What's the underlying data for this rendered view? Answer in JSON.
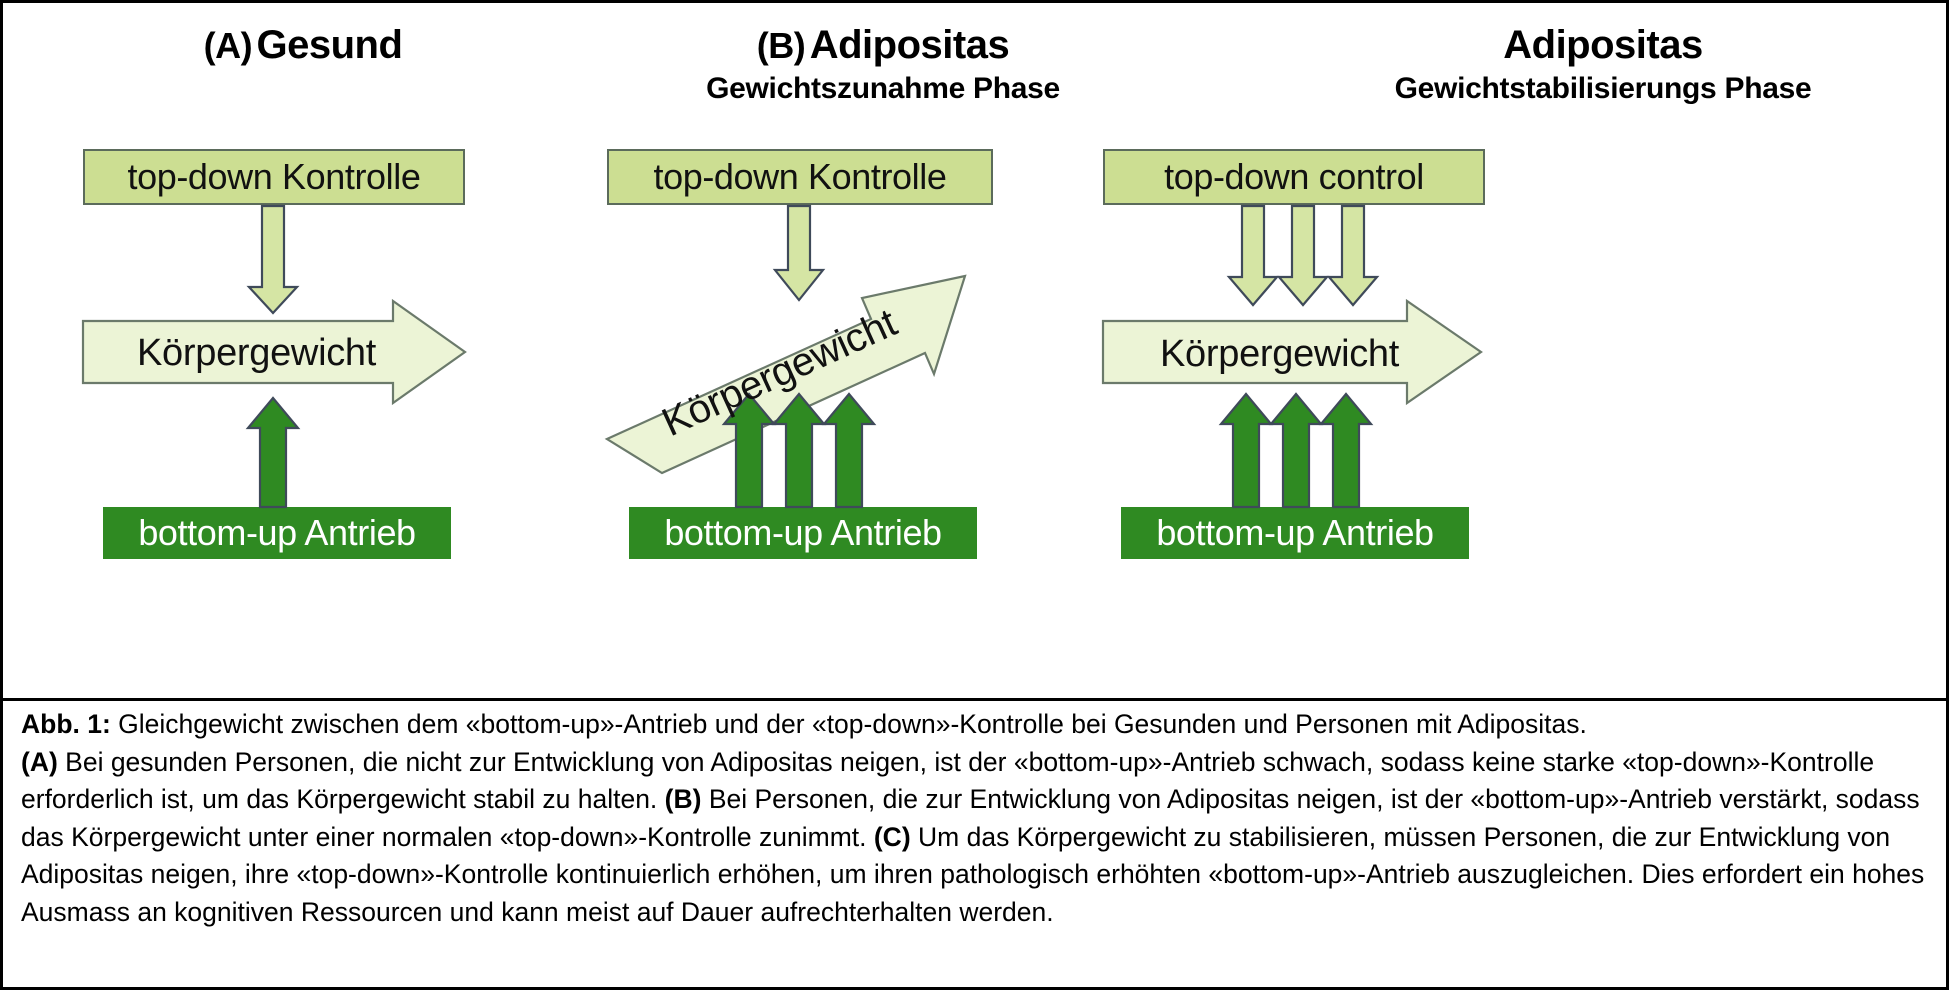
{
  "figure": {
    "border_color": "#000000",
    "background": "#ffffff"
  },
  "colors": {
    "light_green_box": "#ccde92",
    "light_green_arrow": "#ccde92",
    "pale_green_arrow": "#e9f2cd",
    "dark_green": "#2f8a22",
    "box_border": "#5b6b5b",
    "arrow_outline": "#3f4a5a",
    "text_dark": "#111111",
    "text_light": "#ffffff"
  },
  "panels": [
    {
      "id": "A",
      "label": "(A)",
      "title": "Gesund",
      "subtitle": "",
      "top_box": "top-down Kontrolle",
      "middle_arrow_label": "Körpergewicht",
      "bottom_box": "bottom-up Antrieb",
      "top_down_arrow_count": 1,
      "bottom_up_arrow_count": 1,
      "weight_arrow_direction": "horizontal"
    },
    {
      "id": "B",
      "label": "(B)",
      "title": "Adipositas",
      "subtitle": "Gewichtszunahme Phase",
      "top_box": "top-down Kontrolle",
      "middle_arrow_label": "Körpergewicht",
      "bottom_box": "bottom-up Antrieb",
      "top_down_arrow_count": 1,
      "bottom_up_arrow_count": 3,
      "weight_arrow_direction": "diagonal-up"
    },
    {
      "id": "C",
      "label": "",
      "title": "Adipositas",
      "subtitle": "Gewichtstabilisierungs Phase",
      "top_box": "top-down control",
      "middle_arrow_label": "Körpergewicht",
      "bottom_box": "bottom-up Antrieb",
      "top_down_arrow_count": 3,
      "bottom_up_arrow_count": 3,
      "weight_arrow_direction": "horizontal"
    }
  ],
  "caption": {
    "prefix": "Abb. 1:",
    "line1_rest": " Gleichgewicht zwischen dem «bottom-up»-Antrieb und der «top-down»-Kontrolle bei Gesunden und Personen mit Adipositas.",
    "tag_a": "(A)",
    "part_a": " Bei gesunden Personen, die nicht zur Entwicklung von Adipositas neigen, ist der «bottom-up»-Antrieb schwach, sodass keine starke «top-down»-Kontrolle erforderlich ist, um das Körpergewicht stabil zu halten. ",
    "tag_b": "(B)",
    "part_b": " Bei Personen, die zur Entwicklung von Adipositas neigen, ist der «bottom-up»-Antrieb verstärkt, sodass das Körpergewicht unter einer normalen «top-down»-Kontrolle zunimmt. ",
    "tag_c": "(C)",
    "part_c": " Um das Körpergewicht zu stabilisieren, müssen Personen, die zur Entwicklung von Adipositas neigen, ihre «top-down»-Kontrolle kontinuierlich erhöhen, um ihren pathologisch erhöhten «bottom-up»-Antrieb auszugleichen. Dies erfordert ein hohes Ausmass an kognitiven Ressourcen und kann meist auf Dauer aufrechterhalten werden."
  }
}
